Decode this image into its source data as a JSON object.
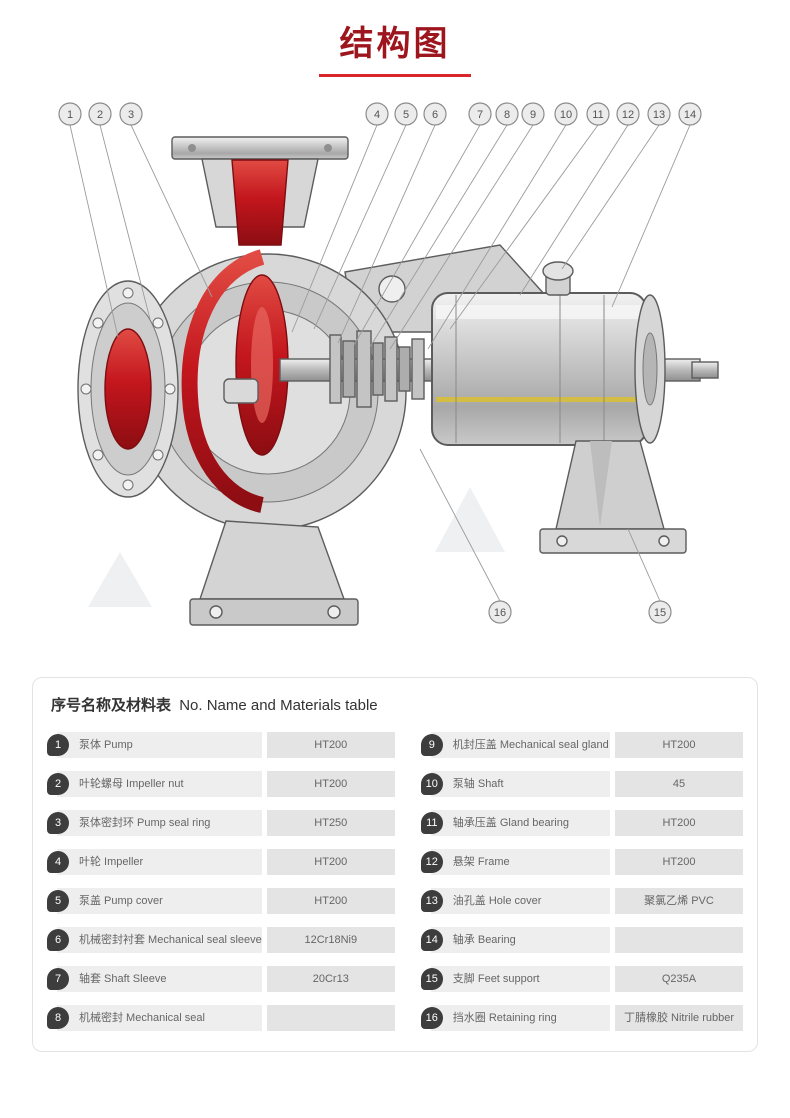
{
  "page": {
    "title": "结构图"
  },
  "diagram": {
    "callouts": [
      "1",
      "2",
      "3",
      "4",
      "5",
      "6",
      "7",
      "8",
      "9",
      "10",
      "11",
      "12",
      "13",
      "14",
      "15",
      "16"
    ]
  },
  "table": {
    "title_zh": "序号名称及材料表",
    "title_en": "No. Name and Materials table",
    "rows": [
      {
        "no": "1",
        "name": "泵体 Pump",
        "material": "HT200"
      },
      {
        "no": "2",
        "name": "叶轮螺母 Impeller nut",
        "material": "HT200"
      },
      {
        "no": "3",
        "name": "泵体密封环 Pump seal ring",
        "material": "HT250"
      },
      {
        "no": "4",
        "name": "叶轮 Impeller",
        "material": "HT200"
      },
      {
        "no": "5",
        "name": "泵盖 Pump cover",
        "material": "HT200"
      },
      {
        "no": "6",
        "name": "机械密封衬套 Mechanical seal sleeve",
        "material": "12Cr18Ni9"
      },
      {
        "no": "7",
        "name": "轴套 Shaft Sleeve",
        "material": "20Cr13"
      },
      {
        "no": "8",
        "name": "机械密封 Mechanical seal",
        "material": ""
      },
      {
        "no": "9",
        "name": "机封压盖 Mechanical seal gland",
        "material": "HT200"
      },
      {
        "no": "10",
        "name": "泵轴 Shaft",
        "material": "45"
      },
      {
        "no": "11",
        "name": "轴承压盖 Gland bearing",
        "material": "HT200"
      },
      {
        "no": "12",
        "name": "悬架 Frame",
        "material": "HT200"
      },
      {
        "no": "13",
        "name": "油孔盖 Hole cover",
        "material": "聚氯乙烯 PVC"
      },
      {
        "no": "14",
        "name": "轴承 Bearing",
        "material": ""
      },
      {
        "no": "15",
        "name": "支脚 Feet support",
        "material": "Q235A"
      },
      {
        "no": "16",
        "name": "挡水圈 Retaining ring",
        "material": "丁腈橡胶 Nitrile rubber"
      }
    ]
  }
}
